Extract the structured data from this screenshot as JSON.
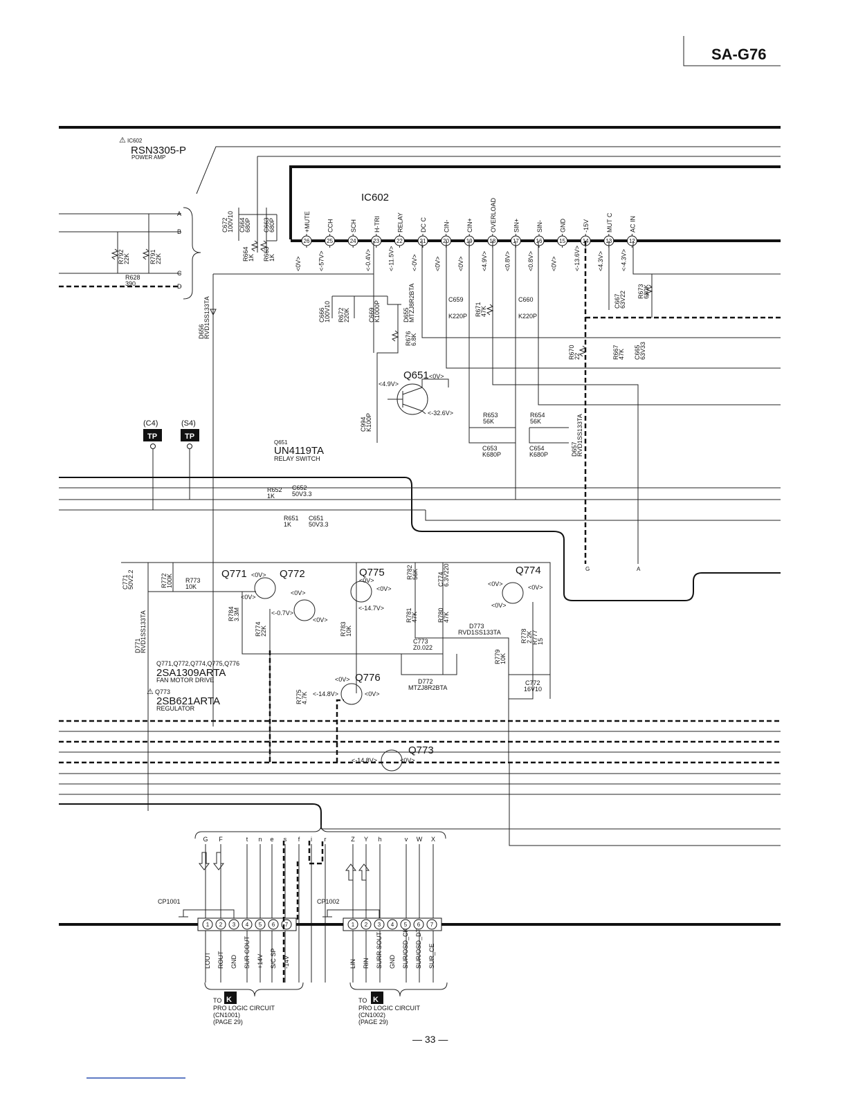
{
  "header": {
    "model": "SA-G76"
  },
  "ic602": {
    "ref": "IC602",
    "part": "RSN3305-P",
    "function": "POWER AMP",
    "label": "IC602",
    "pins": [
      {
        "n": "26",
        "name": "+MUTE",
        "v": "<0V>"
      },
      {
        "n": "25",
        "name": "CCH",
        "v": "<-57V>"
      },
      {
        "n": "24",
        "name": "SCH",
        "v": ""
      },
      {
        "n": "23",
        "name": "H-TRI",
        "v": "<-0.4V>"
      },
      {
        "n": "22",
        "name": "RELAY",
        "v": "<-11.5V>"
      },
      {
        "n": "21",
        "name": "DC C",
        "v": "<-0V>"
      },
      {
        "n": "20",
        "name": "CIN-",
        "v": "<0V>"
      },
      {
        "n": "19",
        "name": "CIN+",
        "v": "<0V>"
      },
      {
        "n": "18",
        "name": "OVERLOAD",
        "v": "<4.9V>"
      },
      {
        "n": "17",
        "name": "SIN+",
        "v": "<0.8V>"
      },
      {
        "n": "16",
        "name": "SIN-",
        "v": "<0.8V>"
      },
      {
        "n": "15",
        "name": "GND",
        "v": "<0V>"
      },
      {
        "n": "14",
        "name": "-15V",
        "v": "<-13.6V>"
      },
      {
        "n": "13",
        "name": "MUT C",
        "v": "<4.3V>"
      },
      {
        "n": "12",
        "name": "AC IN",
        "v": "<-4.3V>"
      }
    ]
  },
  "inputs": {
    "a": "A",
    "b": "B",
    "c": "C",
    "d": "D"
  },
  "components": {
    "r792": "R792",
    "r792v": "22K",
    "r791": "R791",
    "r791v": "22K",
    "r628": "R628",
    "r628v": "390",
    "c672": "C672",
    "c672v": "100V10",
    "c664": "C664",
    "c664v": "680P",
    "c663": "C663",
    "c663v": "680P",
    "r664": "R664",
    "r664v": "1K",
    "r663": "R663",
    "r663v": "1K",
    "d656": "D656",
    "d656v": "RVD1SS133TA",
    "c666": "C666",
    "c666v": "100V10",
    "r672": "R672",
    "r672v": "220K",
    "c669": "C669",
    "c669v": "K1000P",
    "d655": "D655",
    "d655v": "MTZJ8R2BTA",
    "r676": "R676",
    "r676v": "6.8K",
    "c659": "C659",
    "c659v": "K220P",
    "r671": "R671",
    "r671v": "47K",
    "c660": "C660",
    "c660v": "K220P",
    "c667": "C667",
    "c667v": "63V22",
    "r673": "R673",
    "r673v": "680K",
    "r670": "R670",
    "r670v": "22",
    "r667": "R667",
    "r667v": "47K",
    "c665": "C665",
    "c665v": "63V33",
    "c994": "C994",
    "c994v": "K100P",
    "r653": "R653",
    "r653v": "56K",
    "c653": "C653",
    "c653v": "K680P",
    "r654": "R654",
    "r654v": "56K",
    "c654": "C654",
    "c654v": "K680P",
    "d657": "D657",
    "d657v": "RVD1SS133TA",
    "r652": "R652",
    "r652v": "1K",
    "c652": "C652",
    "c652v": "50V3.3",
    "r651": "R651",
    "r651v": "1K",
    "c651": "C651",
    "c651v": "50V3.3",
    "c771": "C771",
    "c771v": "50V2.2",
    "r772": "R772",
    "r772v": "100K",
    "r773": "R773",
    "r773v": "10K",
    "r784": "R784",
    "r784v": "3.3M",
    "r774": "R774",
    "r774v": "22K",
    "r783": "R783",
    "r783v": "10K",
    "r782": "R782",
    "r782v": "56K",
    "c774": "C774",
    "c774v": "6.3V220",
    "r781": "R781",
    "r781v": "47K",
    "r780": "R780",
    "r780v": "47K",
    "d773": "D773",
    "d773v": "RVD1SS133TA",
    "c773": "C773",
    "c773v": "Z0.022",
    "d772": "D772",
    "d772v": "MTZJ8R2BTA",
    "r779": "R779",
    "r779v": "10K",
    "r778": "R778",
    "r778v": "2.2K",
    "r777": "R777",
    "r777v": "15",
    "c772": "C772",
    "c772v": "16V10",
    "r775": "R775",
    "r775v": "4.7K",
    "d771": "D771",
    "d771v": "RVD1SS133TA"
  },
  "q651": {
    "ref": "Q651",
    "v": "<0V>",
    "vb": "<4.9V>",
    "vc": "<-32.6V>",
    "ref2": "Q651",
    "part": "UN4119TA",
    "function": "RELAY SWITCH"
  },
  "tp": {
    "c4": "(C4)",
    "s4": "(S4)",
    "label": "TP"
  },
  "transistors": {
    "q771": "Q771",
    "q771v": "<0V>",
    "q771b": "<0V>",
    "q772": "Q772",
    "q772v": "<0V>",
    "q772b": "<-0.7V>",
    "q772e": "<0V>",
    "q775": "Q775",
    "q775c": "<0V>",
    "q775v": "<0V>",
    "q775e": "<-14.7V>",
    "q774": "Q774",
    "q774b": "<0V>",
    "q774v": "<0V>",
    "q774e": "<0V>",
    "q776": "Q776",
    "q776b": "<0V>",
    "q776e": "<-14.8V>",
    "q776c": "<0V>",
    "q773": "Q773",
    "q773b": "<-14.8V>",
    "q773c": "<0V>"
  },
  "notes": {
    "fan_refs": "Q771,Q772,Q774,Q775,Q776",
    "fan_part": "2SA1309ARTA",
    "fan_func": "FAN MOTOR DRIVE",
    "reg_ref": "Q773",
    "reg_part": "2SB621ARTA",
    "reg_func": "REGULATOR"
  },
  "connectors": {
    "letters1": [
      "G",
      "F",
      "t",
      "n",
      "e",
      "s",
      "f",
      "i",
      "r"
    ],
    "letters2": [
      "Z",
      "Y",
      "h",
      "v",
      "W",
      "X"
    ],
    "g": "G",
    "a": "A",
    "cp1001": {
      "ref": "CP1001",
      "pins": [
        "1",
        "2",
        "3",
        "4",
        "5",
        "6",
        "7"
      ],
      "labels": [
        "LOUT",
        "ROUT",
        "GND",
        "SUR COUT",
        "+14V",
        "S/C SP",
        "-14V"
      ]
    },
    "cp1002": {
      "ref": "CP1002",
      "pins": [
        "1",
        "2",
        "3",
        "4",
        "5",
        "6",
        "7"
      ],
      "labels": [
        "LIN",
        "RIN",
        "SURR SOUT",
        "GND",
        "SUR/OSD_CK",
        "SUR/OSD_DT",
        "SUR_CE"
      ]
    },
    "k1": {
      "to": "TO",
      "k": "K",
      "circuit": "PRO LOGIC CIRCUIT",
      "cn": "(CN1001)",
      "page": "(PAGE 29)"
    },
    "k2": {
      "to": "TO",
      "k": "K",
      "circuit": "PRO LOGIC CIRCUIT",
      "cn": "(CN1002)",
      "page": "(PAGE 29)"
    }
  },
  "footer": {
    "page": "— 33 —"
  }
}
